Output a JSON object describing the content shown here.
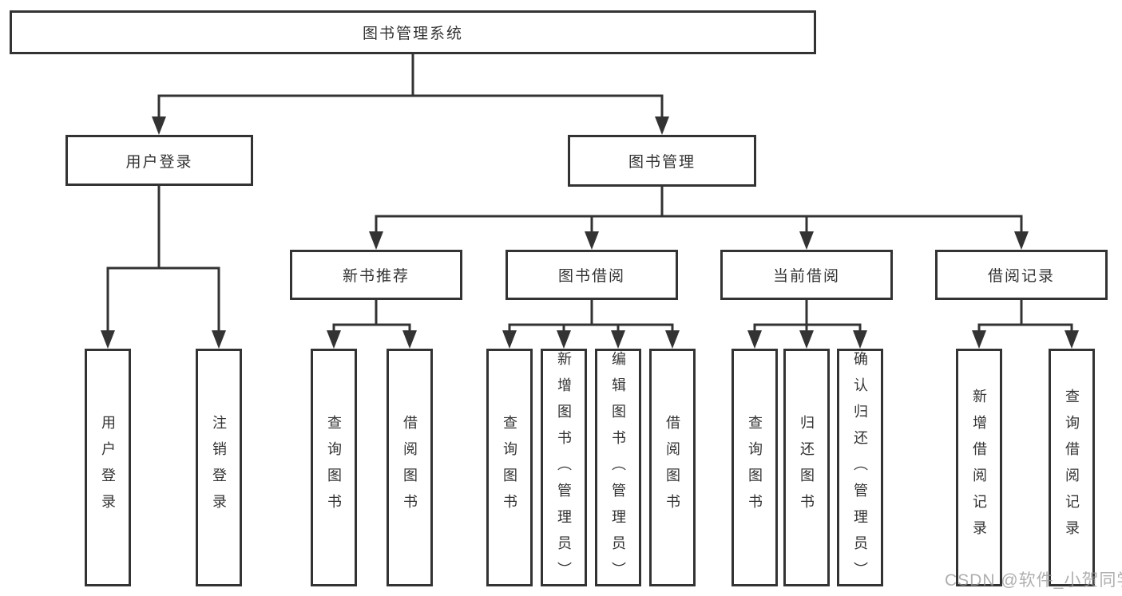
{
  "diagram": {
    "nodes": {
      "root": "图书管理系统",
      "user_login": "用户登录",
      "book_management": "图书管理",
      "new_book_recommend": "新书推荐",
      "book_borrow": "图书借阅",
      "current_borrow": "当前借阅",
      "borrow_records": "借阅记录"
    },
    "leaves": {
      "user_login": [
        "用户登录",
        "注销登录"
      ],
      "new_book_recommend": [
        "查询图书",
        "借阅图书"
      ],
      "book_borrow": [
        "查询图书",
        "新增图书（管理员）",
        "编辑图书（管理员）",
        "借阅图书"
      ],
      "current_borrow": [
        "查询图书",
        "归还图书",
        "确认归还（管理员）"
      ],
      "borrow_records": [
        "新增借阅记录",
        "查询借阅记录"
      ]
    }
  },
  "watermark": {
    "text": "CSDN @软件_小贺同学"
  },
  "colors": {
    "line": "#333333",
    "box_border": "#333333",
    "text": "#333333",
    "watermark": "#999999",
    "background": "#ffffff"
  }
}
